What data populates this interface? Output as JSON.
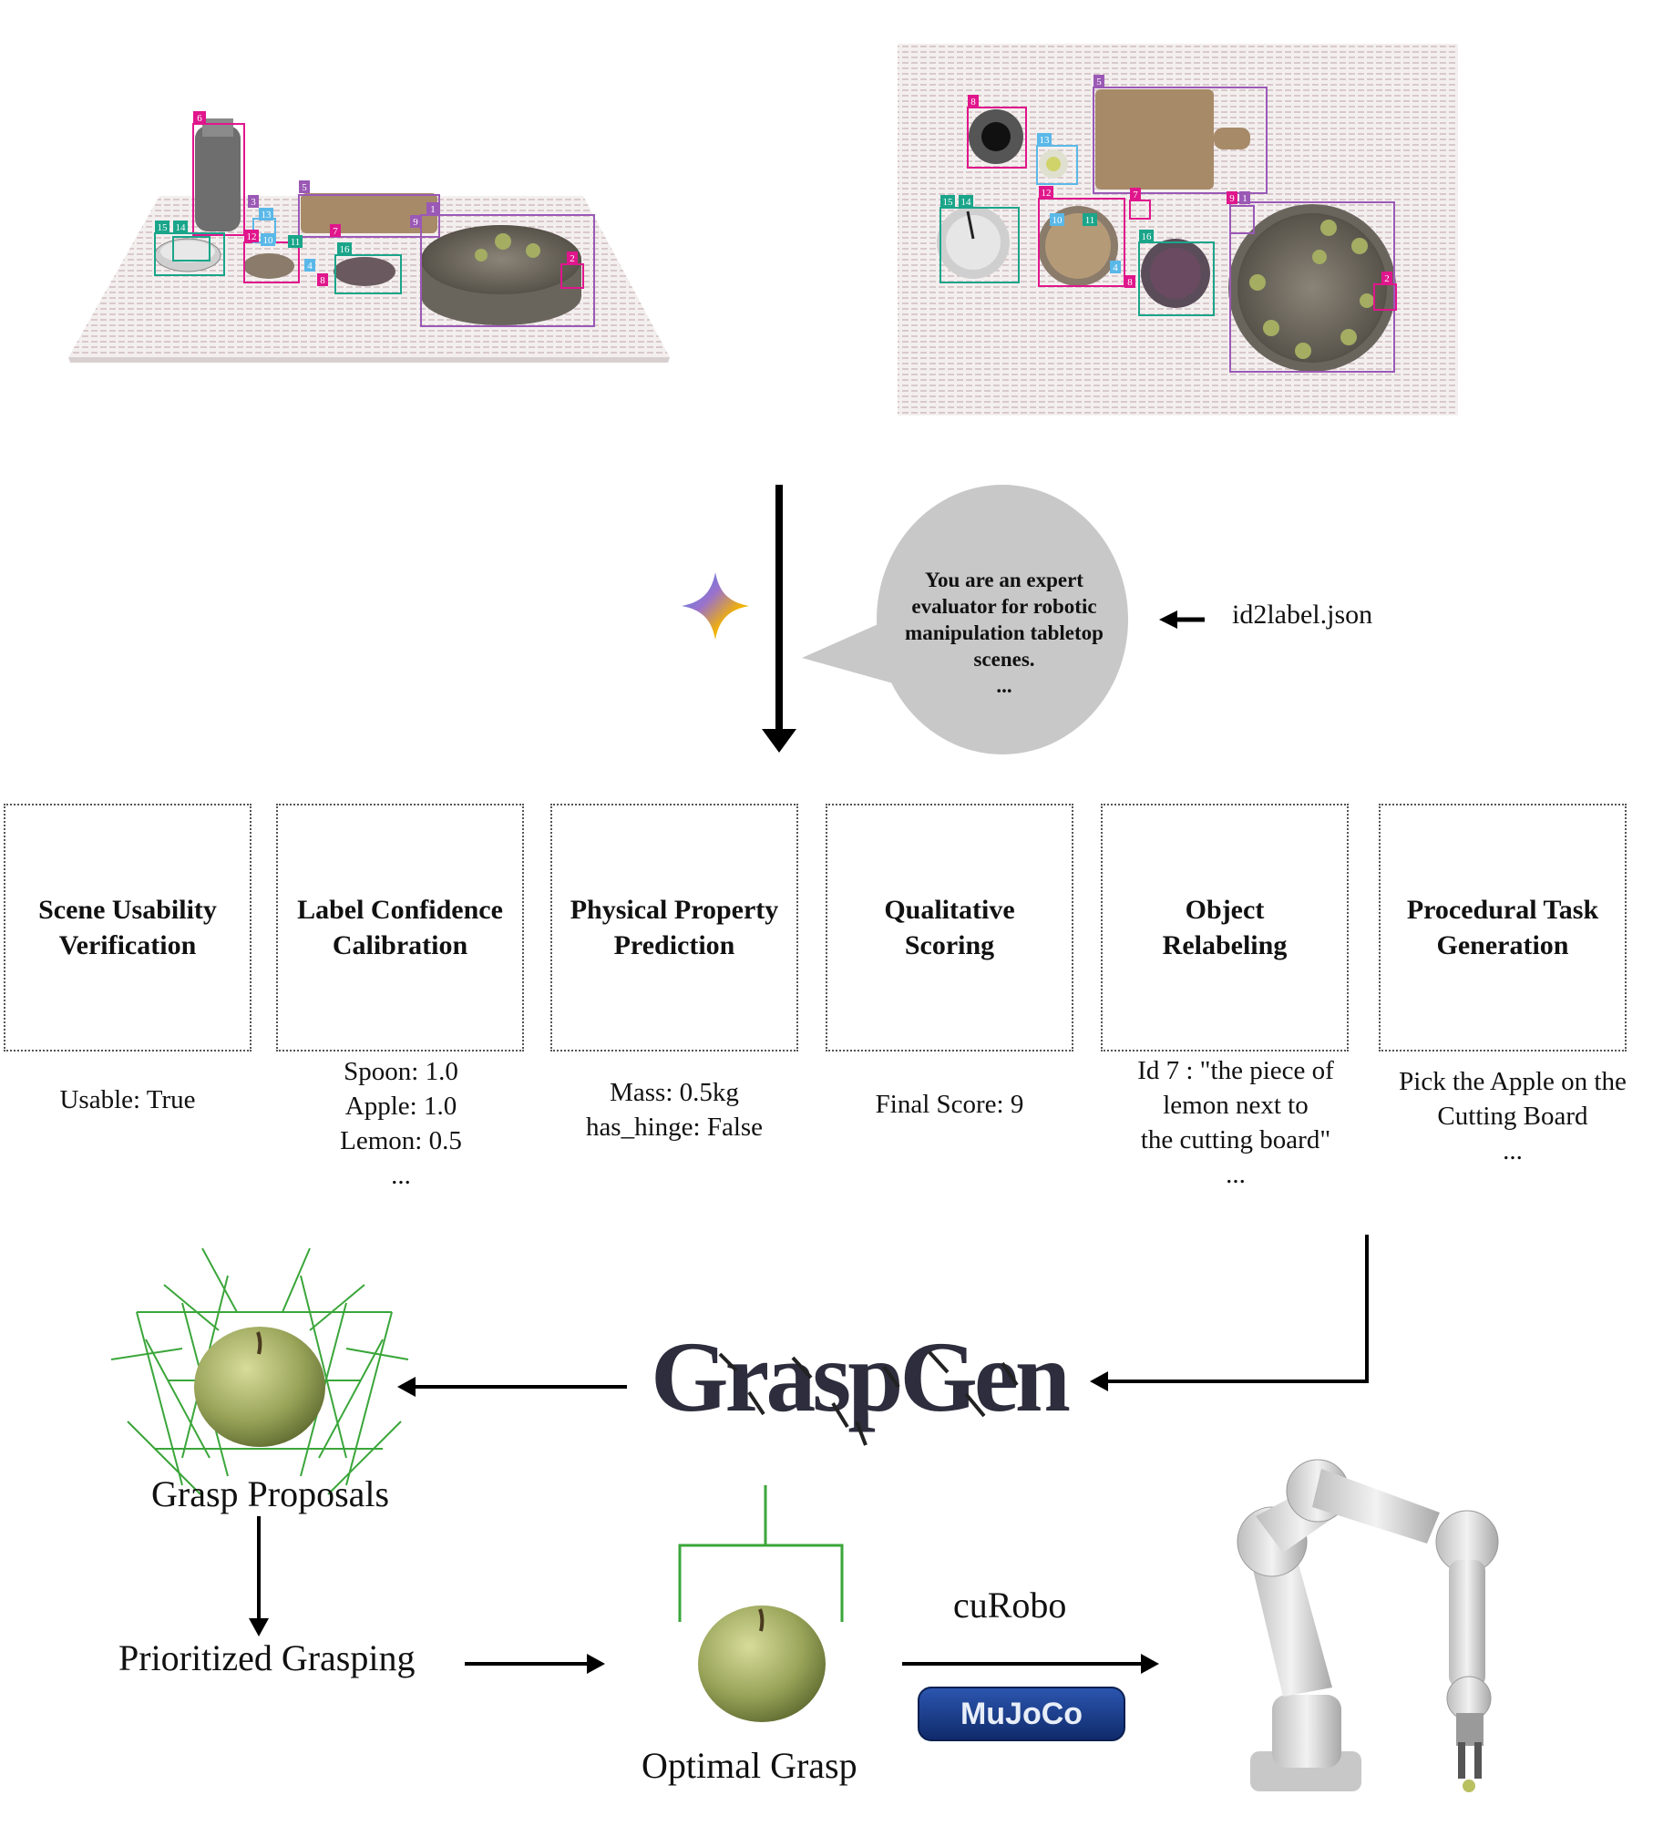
{
  "prompt": {
    "text": "You are an expert\nevaluator for robotic\nmanipulation tabletop\nscenes.\n...",
    "input_file": "id2label.json"
  },
  "tasks": [
    {
      "title": "Scene Usability\nVerification",
      "output": "Usable: True"
    },
    {
      "title": "Label Confidence\nCalibration",
      "output": "Spoon: 1.0\nApple: 1.0\nLemon: 0.5\n..."
    },
    {
      "title": "Physical Property\nPrediction",
      "output": "Mass: 0.5kg\nhas_hinge: False"
    },
    {
      "title": "Qualitative\nScoring",
      "output": "Final Score: 9"
    },
    {
      "title": "Object\nRelabeling",
      "output": "Id 7 : \"the piece of\nlemon next to\nthe cutting board\"\n..."
    },
    {
      "title": "Procedural Task\nGeneration",
      "output": "Pick the Apple on the\nCutting Board\n..."
    }
  ],
  "pipeline": {
    "graspgen_logo": "GraspGen",
    "grasp_proposals": "Grasp Proposals",
    "prioritized_grasping": "Prioritized Grasping",
    "optimal_grasp": "Optimal Grasp",
    "planner": "cuRobo",
    "simulator": "MuJoCo"
  },
  "scene_labels": {
    "side_view": [
      "6",
      "15",
      "14",
      "3",
      "13",
      "12",
      "10",
      "11",
      "4",
      "8",
      "5",
      "7",
      "2",
      "16",
      "9",
      "1"
    ],
    "top_view": [
      "8",
      "5",
      "13",
      "12",
      "7",
      "15",
      "14",
      "10",
      "11",
      "16",
      "4",
      "8",
      "9",
      "1",
      "2"
    ]
  },
  "colors": {
    "magenta": "#e0168c",
    "teal": "#1aa58a",
    "purple": "#9b59b6",
    "cyan": "#5ab8e8",
    "grasp_green": "#3aa63a",
    "mujoco_blue": "#1a3c8c"
  }
}
